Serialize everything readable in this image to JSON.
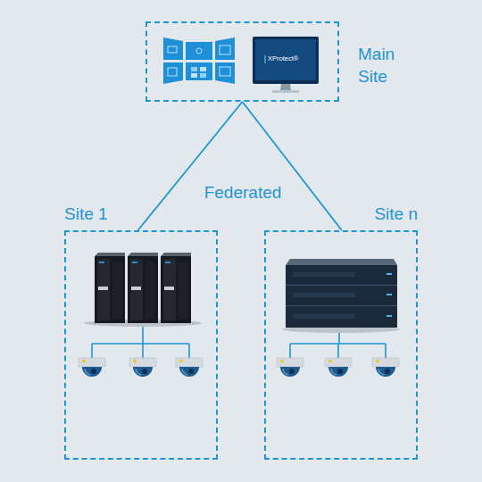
{
  "diagram": {
    "nodes": [
      {
        "text": [
          "Main Site"
        ]
      },
      {
        "text": [
          "Site 1"
        ]
      },
      {
        "text": [
          "Site n"
        ]
      }
    ],
    "edges": [
      {
        "from": 0,
        "to": 1,
        "arrow": "none"
      },
      {
        "from": 0,
        "to": 2,
        "arrow": "none"
      }
    ],
    "labels": [
      "Federated",
      "XProtect®"
    ]
  }
}
